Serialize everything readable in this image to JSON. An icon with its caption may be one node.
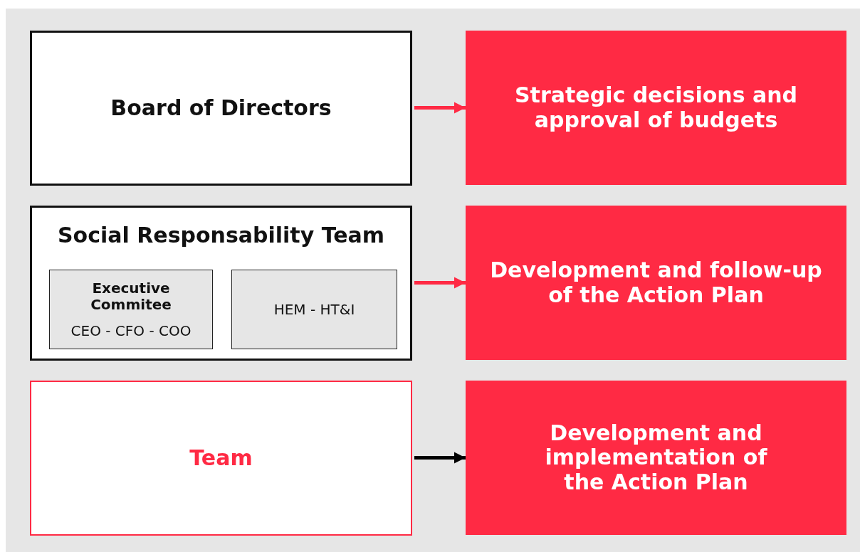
{
  "diagram": {
    "nodes": [
      {
        "text": [
          "Board of Directors"
        ]
      },
      {
        "text": [
          "Strategic decisions and approval of budgets"
        ]
      },
      {
        "text": [
          "Social Responsability Team"
        ]
      },
      {
        "text": [
          "Executive Commitee",
          "CEO - CFO - COO"
        ],
        "in": 2
      },
      {
        "text": [
          "HEM - HT&I"
        ],
        "in": 2
      },
      {
        "text": [
          "Development and follow-up of the Action Plan"
        ]
      },
      {
        "text": [
          "Team"
        ]
      },
      {
        "text": [
          "Development and implementation of the Action Plan"
        ]
      }
    ],
    "edges": [
      {
        "from": 0,
        "to": 1,
        "arrow": "to"
      },
      {
        "from": 2,
        "to": 5,
        "arrow": "to"
      },
      {
        "from": 6,
        "to": 7,
        "arrow": "to",
        "color": "#000000"
      }
    ]
  }
}
